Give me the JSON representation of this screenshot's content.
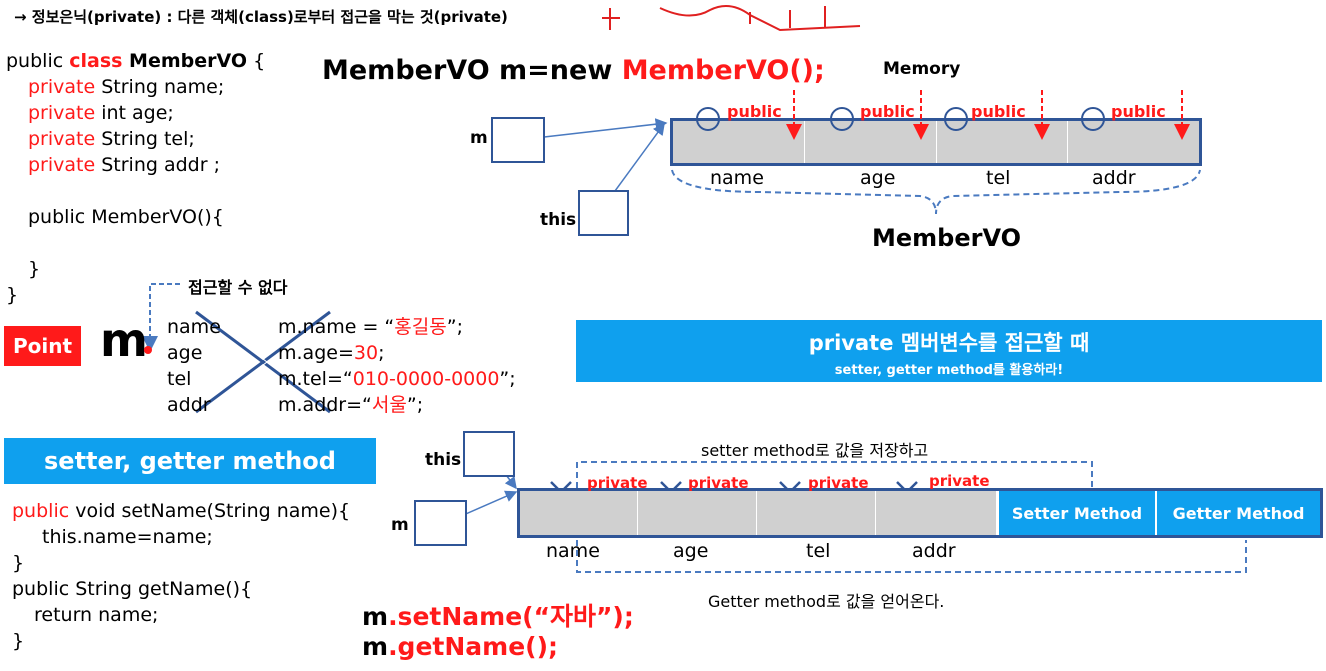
{
  "top_note": "→ 정보은닉(private) : 다른 객체(class)로부터 접근을 막는 것(private)",
  "class_code": {
    "line1_a": "public ",
    "line1_b": "class",
    "line1_c": " MemberVO",
    "line1_d": " {",
    "fields": [
      {
        "mod": "private",
        "rest": " String name;"
      },
      {
        "mod": "private",
        "rest": " int age;"
      },
      {
        "mod": "private",
        "rest": " String tel;"
      },
      {
        "mod": "private",
        "rest": " String addr ;"
      }
    ],
    "constructor": "public MemberVO(){",
    "close_inner": "}",
    "close_outer": "}"
  },
  "new_stmt": {
    "a": "MemberVO m=new ",
    "b": "MemberVO();"
  },
  "memory_label": "Memory",
  "memory_fields": [
    "name",
    "age",
    "tel",
    "addr"
  ],
  "public_label": "public",
  "memory_class_label": "MemberVO",
  "ref_m": "m",
  "ref_this": "this",
  "no_access_label": "접근할 수 없다",
  "point_label": "Point",
  "point_var": "m",
  "point_fields": [
    "name",
    "age",
    "tel",
    "addr"
  ],
  "assign": [
    {
      "a": "m.name = “",
      "v": "홍길동",
      "b": "”;"
    },
    {
      "a": "m.age=",
      "v": "30",
      "b": ";"
    },
    {
      "a": "m.tel=“",
      "v": "010-0000-0000",
      "b": "”;"
    },
    {
      "a": "m.addr=“",
      "v": "서울",
      "b": "”;"
    }
  ],
  "banner_private": {
    "title": "private 멤버변수를 접근할 때",
    "subtitle": "setter, getter method를 활용하라!"
  },
  "banner_setter": "setter, getter method",
  "method_code": {
    "l1_a": "public",
    "l1_b": " void setName(String name){",
    "l2": "this.name=name;",
    "l3": "}",
    "l4": "public String getName(){",
    "l5": "return name;",
    "l6": "}"
  },
  "setter_note": "setter method로 값을 저장하고",
  "getter_note": "Getter method로 값을 얻어온다.",
  "private_label": "private",
  "setter_cell": "Setter Method",
  "getter_cell": "Getter Method",
  "call_set": {
    "a": "m",
    "b": ".setName(“자바”);"
  },
  "call_get": {
    "a": "m",
    "b": ".getName();"
  }
}
